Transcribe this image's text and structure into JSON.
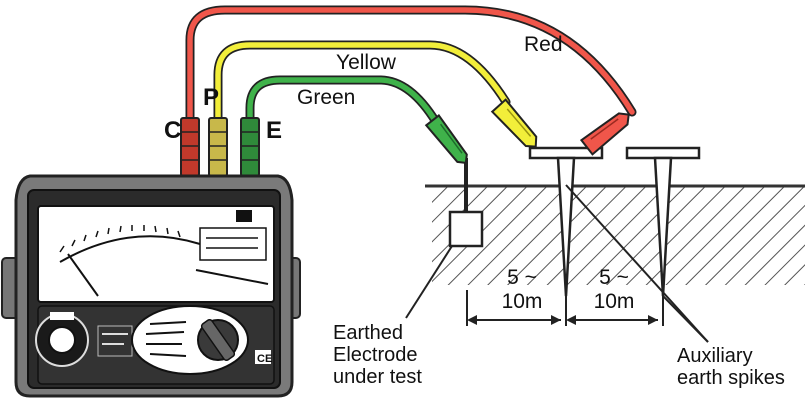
{
  "terminals": {
    "c": "C",
    "p": "P",
    "e": "E"
  },
  "leads": {
    "red": "Red",
    "yellow": "Yellow",
    "green": "Green"
  },
  "colors": {
    "red": "#f0564a",
    "yellow": "#f2ee3a",
    "green": "#3fb24a",
    "ground": "#555555"
  },
  "spacing": {
    "first": {
      "line1": "5 ~",
      "line2": "10m"
    },
    "second": {
      "line1": "5 ~",
      "line2": "10m"
    }
  },
  "labels": {
    "electrode": [
      "Earthed",
      "Electrode",
      "under test"
    ],
    "spikes": [
      "Auxiliary",
      "earth spikes"
    ]
  },
  "instrument_icons": [
    "analog-meter-icon",
    "range-dial-icon",
    "test-button-icon",
    "ce-mark-icon"
  ]
}
